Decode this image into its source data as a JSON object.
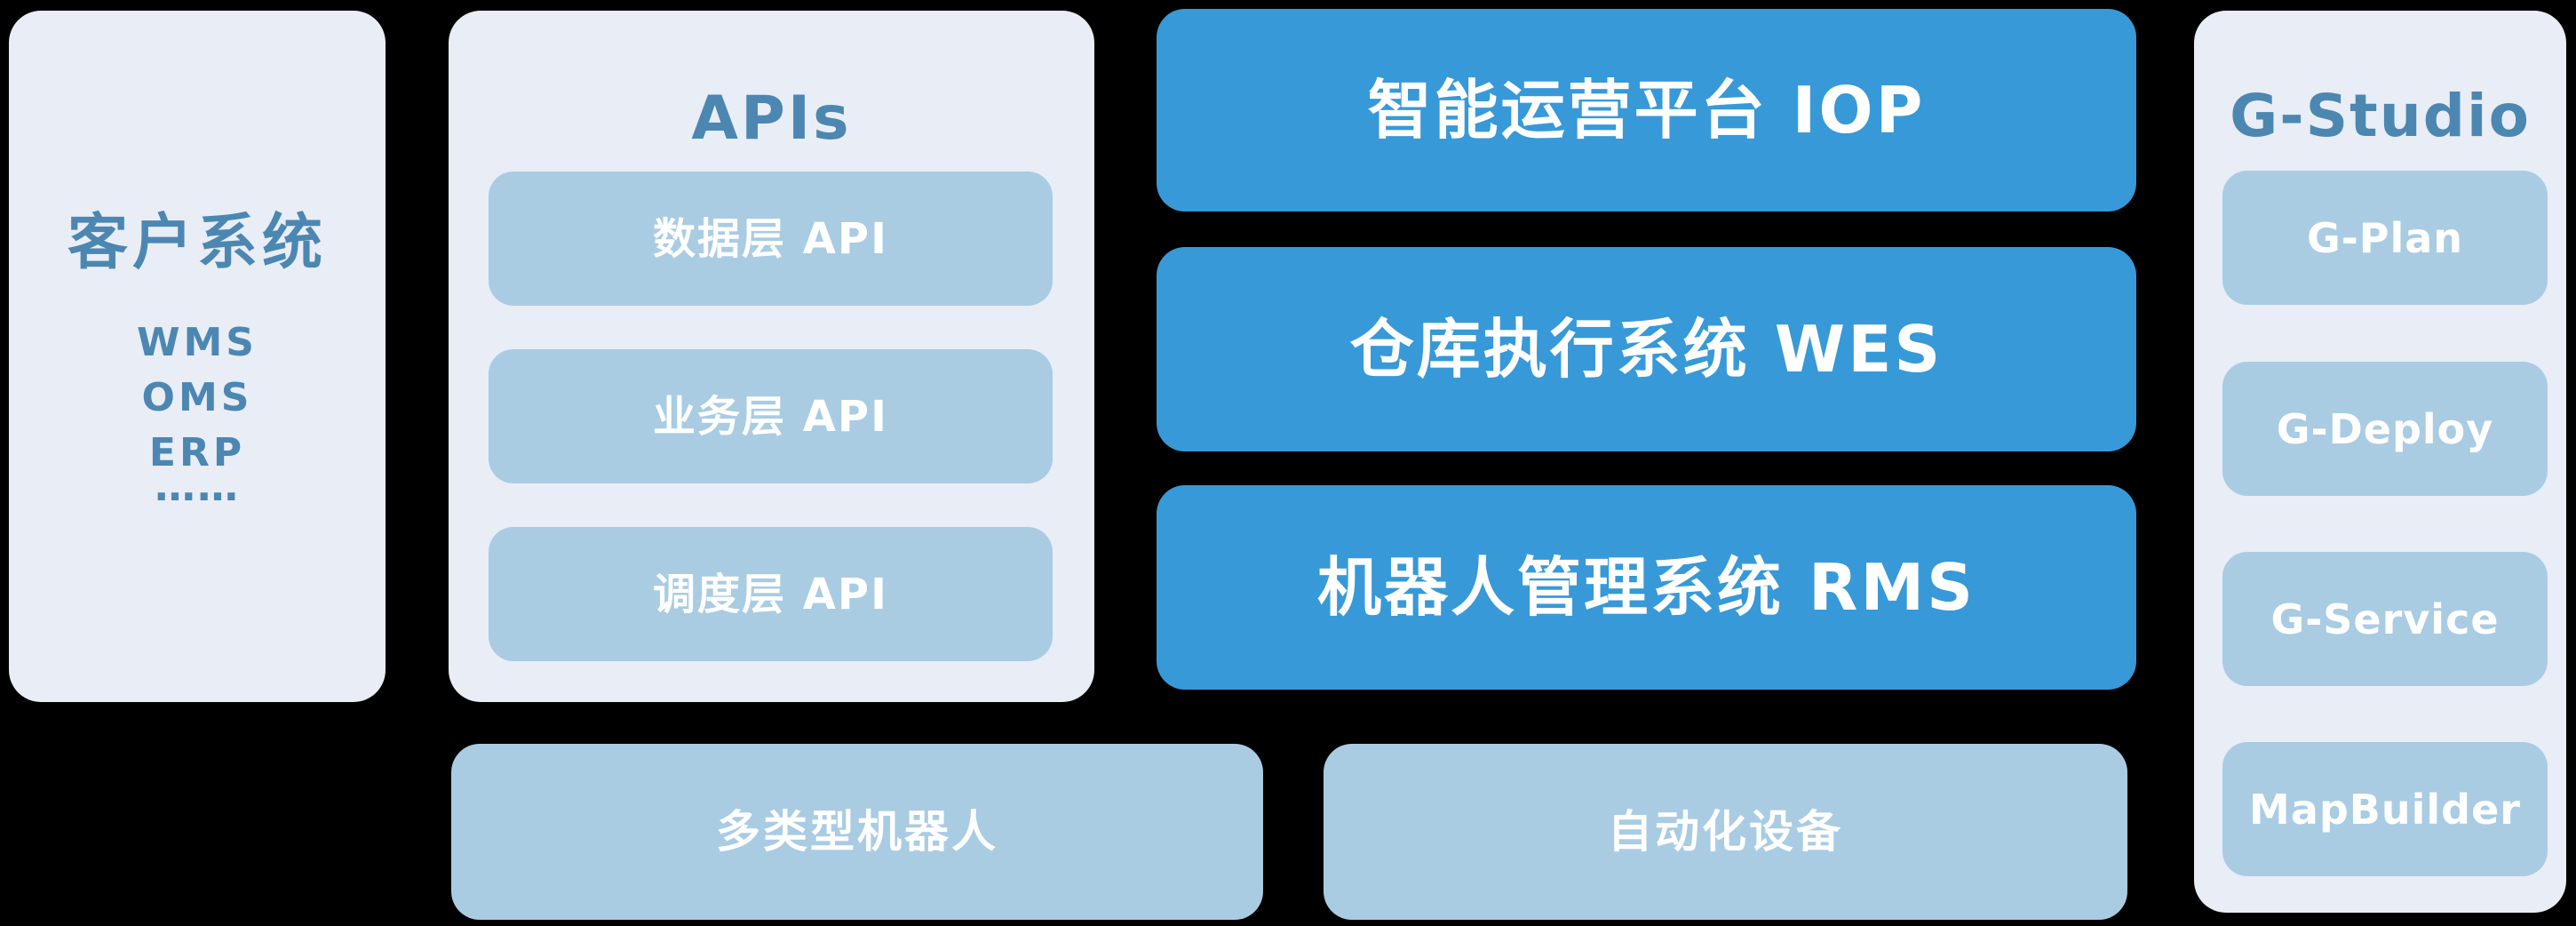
{
  "colors": {
    "page_bg": "#000000",
    "panel_bg": "#E9EDF6",
    "light_block": "#A9CCE3",
    "primary_block": "#3799D8",
    "title_text": "#4C87B2",
    "block_text": "#FFFFFF"
  },
  "customer_panel": {
    "title": "客户系统",
    "items": [
      "WMS",
      "OMS",
      "ERP"
    ],
    "ellipsis": "……"
  },
  "apis_panel": {
    "title": "APIs",
    "blocks": [
      "数据层 API",
      "业务层 API",
      "调度层 API"
    ]
  },
  "core_blocks": [
    "智能运营平台 IOP",
    "仓库执行系统 WES",
    "机器人管理系统 RMS"
  ],
  "bottom_blocks": [
    "多类型机器人",
    "自动化设备"
  ],
  "gstudio_panel": {
    "title": "G-Studio",
    "blocks": [
      "G-Plan",
      "G-Deploy",
      "G-Service",
      "MapBuilder"
    ]
  }
}
